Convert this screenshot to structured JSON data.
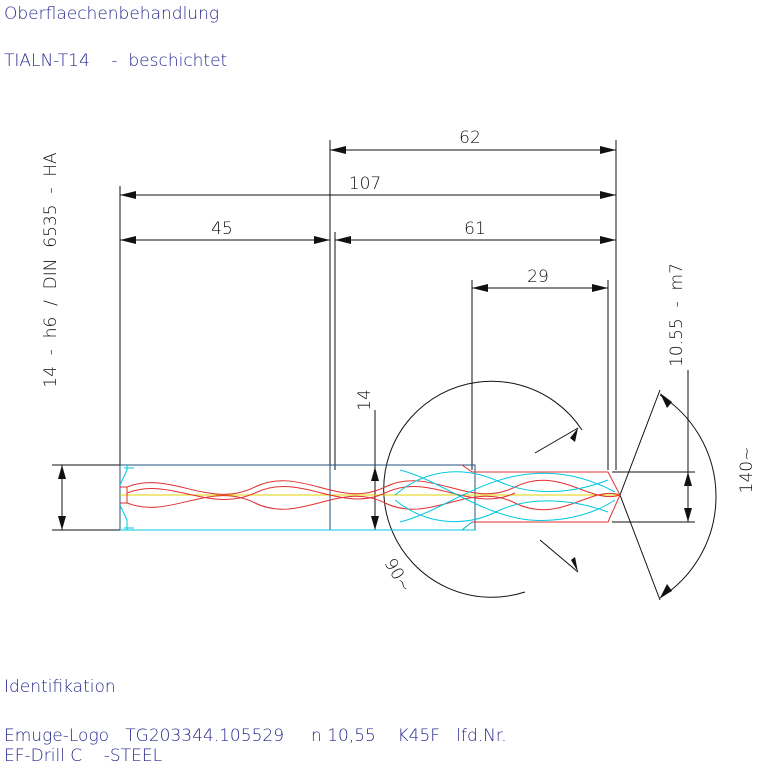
{
  "header": {
    "surface_label": "Oberflaechenbehandlung",
    "coating": "TIALN-T14    -  beschichtet"
  },
  "dimensions": {
    "d62": "62",
    "d107": "107",
    "d45": "45",
    "d61": "61",
    "d29": "29",
    "d14": "14",
    "shank_spec": "14  -  h6  /  DIN  6535  -  HA",
    "drill_spec": "10.55  -  m7",
    "angle_point": "140~",
    "angle_side": "90~"
  },
  "footer": {
    "identification_label": "Identifikation",
    "line1": "Emuge-Logo   TG203344.105529     n 10,55    K45F   lfd.Nr.",
    "line2": "EF-Drill C    -STEEL"
  },
  "colors": {
    "text": "#2a2a8f",
    "flute_red": "#e03030",
    "edge_cyan": "#00c8e0",
    "body_blue": "#205080",
    "axis_yellow": "#e0d000"
  }
}
